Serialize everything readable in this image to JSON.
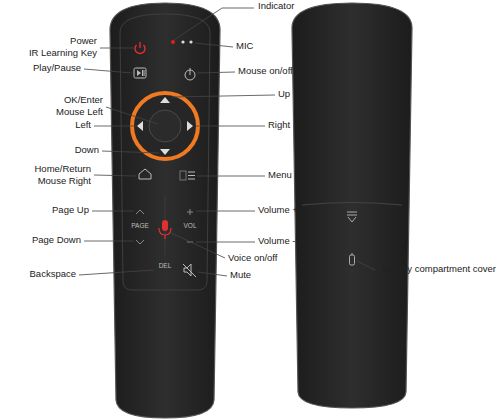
{
  "diagram": {
    "labels": [
      "Indicator",
      "Power",
      "IR Learning Key",
      "MIC",
      "Play/Pause",
      "Mouse on/off",
      "Up",
      "OK/Enter",
      "Mouse Left",
      "Left",
      "Right",
      "Down",
      "Home/Return",
      "Mouse Right",
      "Menu",
      "Page Up",
      "Volume +",
      "Page Down",
      "Volume -",
      "Voice on/off",
      "Backspace",
      "Mute",
      "Battery compartment cover",
      "PAGE",
      "VOL",
      "DEL"
    ]
  }
}
